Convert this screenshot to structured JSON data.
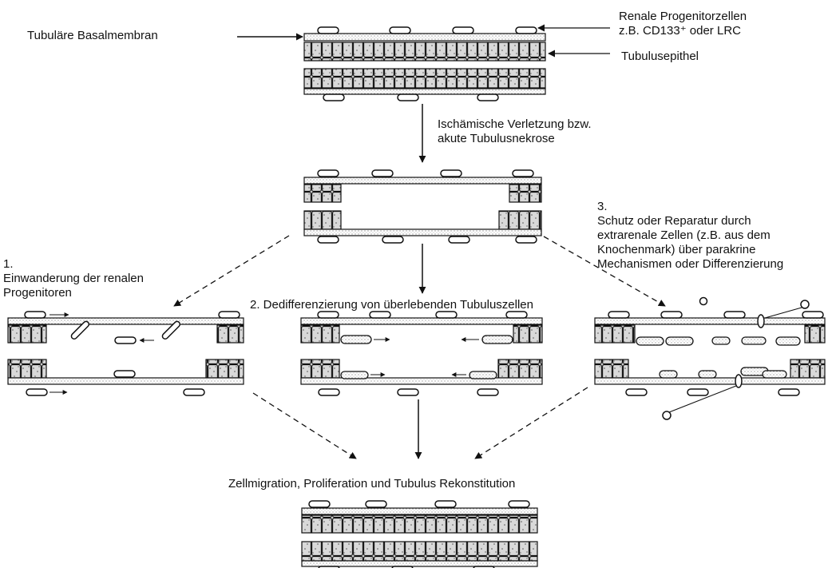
{
  "labels": {
    "basement_membrane": "Tubuläre Basalmembran",
    "progenitor_cells": [
      "Renale Progenitorzellen",
      "z.B. CD133⁺ oder LRC"
    ],
    "epithelium": "Tubulusepithel",
    "injury": [
      "Ischämische Verletzung bzw.",
      "akute Tubulusnekrose"
    ],
    "path1": [
      "1.",
      "Einwanderung der renalen",
      "Progenitoren"
    ],
    "path2": "2. Dedifferenzierung von überlebenden Tubuluszellen",
    "path3": [
      "3.",
      "Schutz oder Reparatur durch",
      "extrarenale Zellen (z.B. aus dem",
      "Knochenmark) über parakrine",
      "Mechanismen oder Differenzierung"
    ],
    "outcome": "Zellmigration, Proliferation und Tubulus Rekonstitution"
  },
  "colors": {
    "ink": "#111111",
    "stipple": "#8a8a8a"
  }
}
